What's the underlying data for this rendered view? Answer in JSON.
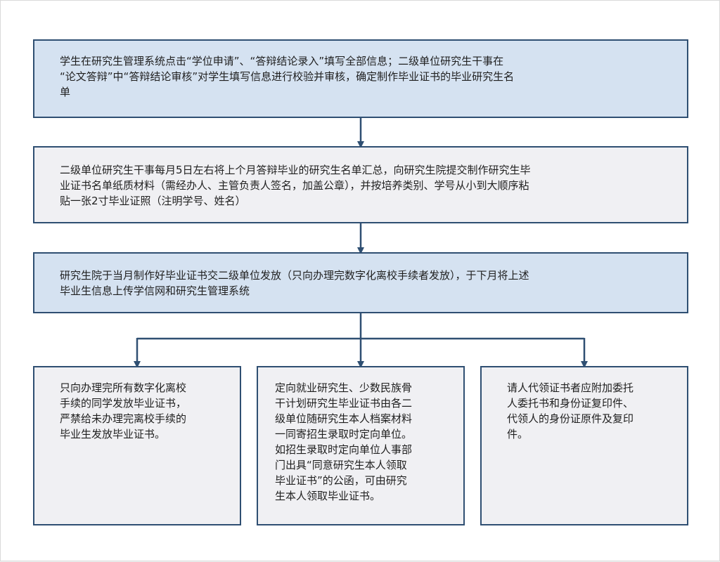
{
  "colors": {
    "border": "#2f4f72",
    "box_blue": "#d5e2f1",
    "box_gray": "#f0f0f3",
    "connector": "#2f4f72"
  },
  "steps": {
    "step1": "学生在研究生管理系统点击“学位申请”、“答辩结论录入”填写全部信息；二级单位研究生干事在\n“论文答辩”中“答辩结论审核”对学生填写信息进行校验并审核，确定制作毕业证书的毕业研究生名\n单",
    "step2": "二级单位研究生干事每月5日左右将上个月答辩毕业的研究生名单汇总，向研究生院提交制作研究生毕\n业证书名单纸质材料（需经办人、主管负责人签名，加盖公章），并按培养类别、学号从小到大顺序粘\n贴一张2寸毕业证照（注明学号、姓名）",
    "step3": "研究生院于当月制作好毕业证书交二级单位发放（只向办理完数字化离校手续者发放），于下月将上述\n毕业生信息上传学信网和研究生管理系统"
  },
  "branches": {
    "left": "只向办理完所有数字化离校\n手续的同学发放毕业证书，\n严禁给未办理完离校手续的\n毕业生发放毕业证书。",
    "middle": "定向就业研究生、少数民族骨\n干计划研究生毕业证书由各二\n级单位随研究生本人档案材料\n一同寄招生录取时定向单位。\n如招生录取时定向单位人事部\n门出具“同意研究生本人领取\n毕业证书”的公函，可由研究\n生本人领取毕业证书。",
    "right": "请人代领证书者应附加委托\n人委托书和身份证复印件、\n代领人的身份证原件及复印\n件。"
  }
}
